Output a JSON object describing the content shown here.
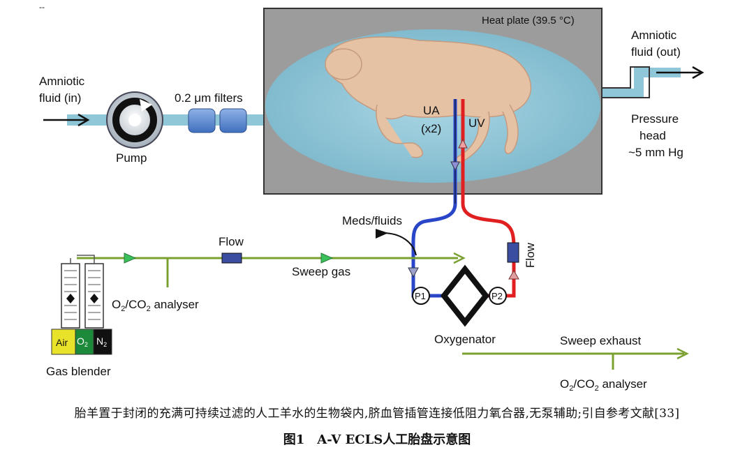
{
  "diagram": {
    "heat_plate": "Heat plate (39.5 °C)",
    "amniotic_in_l1": "Amniotic",
    "amniotic_in_l2": "fluid (in)",
    "amniotic_out_l1": "Amniotic",
    "amniotic_out_l2": "fluid (out)",
    "pump": "Pump",
    "filters": "0.2 μm filters",
    "ua_l1": "UA",
    "ua_l2": "(x2)",
    "uv": "UV",
    "pressure_l1": "Pressure",
    "pressure_l2": "head",
    "pressure_l3": "~5 mm Hg",
    "meds": "Meds/fluids",
    "flow_gas": "Flow",
    "flow_blood": "Flow",
    "sweep_gas": "Sweep gas",
    "analyser1_o": "O",
    "analyser1_sub1": "2",
    "analyser1_mid": "/CO",
    "analyser1_sub2": "2",
    "analyser1_rest": " analyser",
    "air": "Air",
    "o2": "O",
    "o2_sub": "2",
    "n2": "N",
    "n2_sub": "2",
    "gas_blender": "Gas blender",
    "p1": "P1",
    "p2": "P2",
    "oxygenator": "Oxygenator",
    "sweep_exhaust": "Sweep exhaust",
    "analyser2_o": "O",
    "analyser2_sub1": "2",
    "analyser2_mid": "/CO",
    "analyser2_sub2": "2",
    "analyser2_rest": " analyser",
    "corner_mark": "--"
  },
  "caption": {
    "line1": "胎羊置于封闭的充满可持续过滤的人工羊水的生物袋内,脐血管插管连接低阻力氧合器,无泵辅助;引自参考文献[33]",
    "line2": "图1　A-V ECLS人工胎盘示意图"
  },
  "colors": {
    "plate": "#9c9c9c",
    "amniotic": "#8fc6d8",
    "artery": "#2a46c8",
    "vein": "#e02020",
    "gas_line": "#7aa030",
    "air": "#e8e22a",
    "o2": "#1c8a3a",
    "n2": "#111111"
  }
}
